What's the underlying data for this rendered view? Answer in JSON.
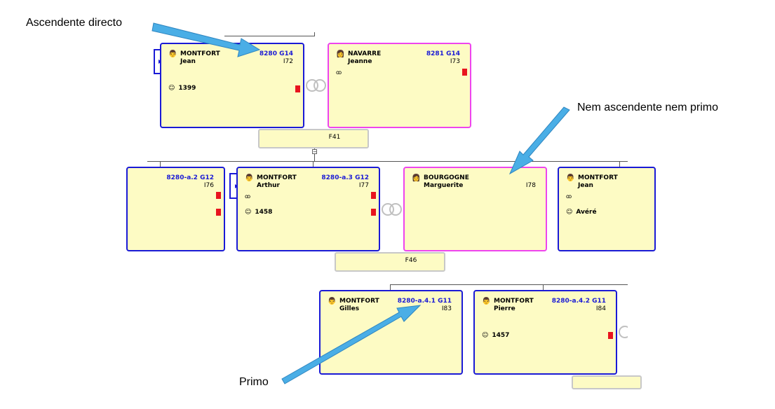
{
  "captions": {
    "direct": "Ascendente directo",
    "neither": "Nem ascendente nem primo",
    "cousin": "Primo"
  },
  "people": {
    "jean_top": {
      "surname": "MONTFORT",
      "given": "Jean",
      "code": "8280 G14",
      "id": "I72",
      "info": "1399"
    },
    "jeanne": {
      "surname": "NAVARRE",
      "given": "Jeanne",
      "code": "8281 G14",
      "id": "I73"
    },
    "left_partial": {
      "code": "8280-a.2 G12",
      "id": "I76"
    },
    "arthur": {
      "surname": "MONTFORT",
      "given": "Arthur",
      "code": "8280-a.3 G12",
      "id": "I77",
      "info": "1458"
    },
    "marguerite": {
      "surname": "BOURGOGNE",
      "given": "Marguerite",
      "id": "I78"
    },
    "jean_right": {
      "surname": "MONTFORT",
      "given": "Jean",
      "info": "Avéré"
    },
    "gilles": {
      "surname": "MONTFORT",
      "given": "Gilles",
      "code": "8280-a.4.1 G11",
      "id": "I83"
    },
    "pierre": {
      "surname": "MONTFORT",
      "given": "Pierre",
      "code": "8280-a.4.2 G11",
      "id": "I84",
      "info": "1457"
    }
  },
  "families": {
    "f41": "F41",
    "f46": "F46"
  },
  "colors": {
    "male_border": "#1a1ad6",
    "female_border": "#ee44ee",
    "card_fill": "#fdfbc4",
    "arrow_fill": "#4aaee6",
    "flag": "#e8141e"
  }
}
